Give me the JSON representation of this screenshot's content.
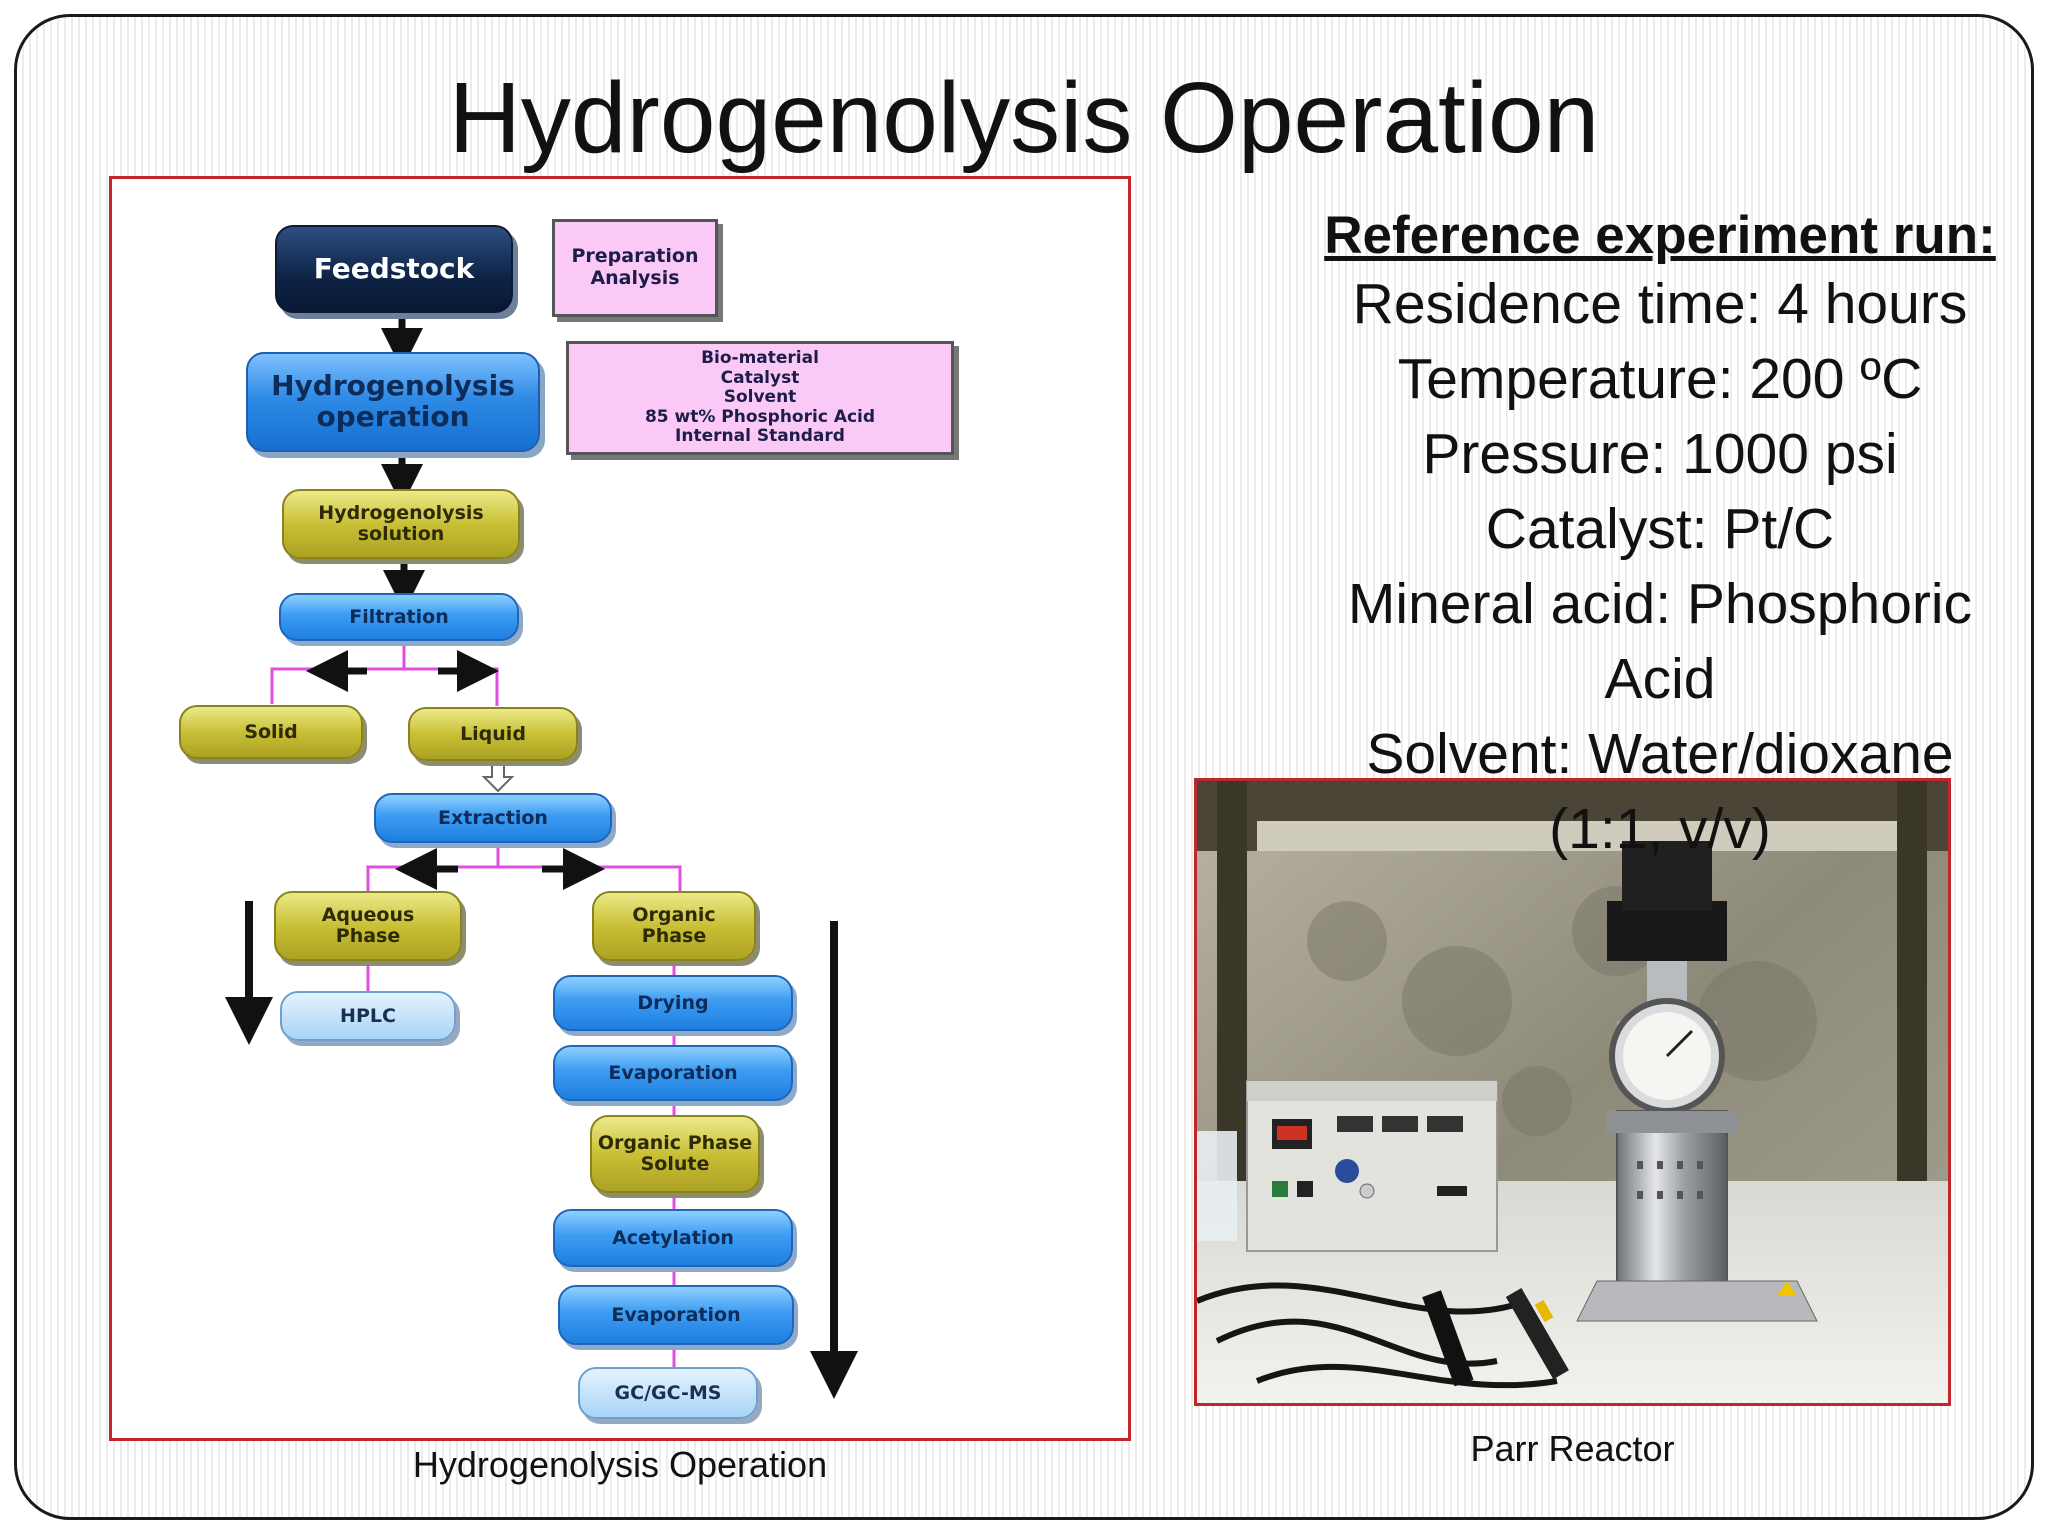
{
  "slide": {
    "title": "Hydrogenolysis Operation"
  },
  "flowchart": {
    "caption": "Hydrogenolysis Operation",
    "nodes": {
      "feedstock": "Feedstock",
      "hydro_op_line1": "Hydrogenolysis",
      "hydro_op_line2": "operation",
      "hydro_sol_line1": "Hydrogenolysis",
      "hydro_sol_line2": "solution",
      "filtration": "Filtration",
      "solid": "Solid",
      "liquid": "Liquid",
      "extraction": "Extraction",
      "aqueous_line1": "Aqueous",
      "aqueous_line2": "Phase",
      "organic_line1": "Organic",
      "organic_line2": "Phase",
      "hplc": "HPLC",
      "drying": "Drying",
      "evaporation_1": "Evaporation",
      "solute_line1": "Organic Phase",
      "solute_line2": "Solute",
      "acetylation": "Acetylation",
      "evaporation_2": "Evaporation",
      "gcms": "GC/GC-MS"
    },
    "prep_box": [
      "Preparation",
      "Analysis"
    ],
    "inputs_box": [
      "Bio-material",
      "Catalyst",
      "Solvent",
      "85 wt% Phosphoric Acid",
      "Internal Standard"
    ]
  },
  "reference_run": {
    "heading": "Reference experiment run:",
    "lines": [
      "Residence time:  4 hours",
      "Temperature:  200 ºC",
      "Pressure:  1000 psi",
      "Catalyst:  Pt/C",
      "Mineral acid:  Phosphoric",
      "Acid",
      "Solvent:  Water/dioxane",
      "(1:1, v/v)"
    ]
  },
  "photo": {
    "caption": "Parr Reactor"
  },
  "colors": {
    "frame_red": "#c0262a",
    "connector_magenta": "#e14fe0",
    "navy_node": "#0e2346",
    "blue_node": "#2f8be6",
    "olive_node": "#c9c036",
    "pink_box": "#fbc9f5"
  }
}
